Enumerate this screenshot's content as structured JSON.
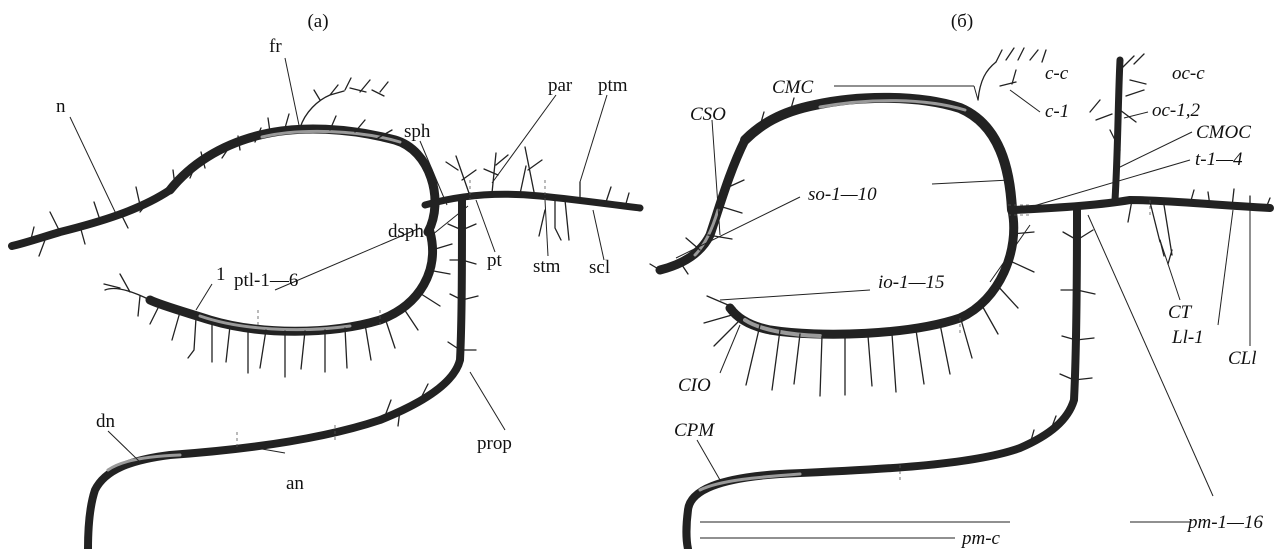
{
  "panels": [
    {
      "title": "(a)",
      "labels": {
        "fr": "fr",
        "n": "n",
        "sph": "sph",
        "par": "par",
        "ptm": "ptm",
        "dsph": "dsph",
        "pt": "pt",
        "stm": "stm",
        "scl": "scl",
        "one": "1",
        "ptl": "ptl-1—6",
        "dn": "dn",
        "an": "an",
        "prop": "prop"
      }
    },
    {
      "title": "(б)",
      "labels": {
        "CMC": "CMC",
        "cc": "c-c",
        "occ": "oc-c",
        "c1": "c-1",
        "oc12": "oc-1,2",
        "CMOC": "CMOC",
        "CSO": "CSO",
        "t14": "t-1—4",
        "so110": "so-1—10",
        "io115": "io-1—15",
        "CT": "CT",
        "Ll1": "Ll-1",
        "CLl": "CLl",
        "CIO": "CIO",
        "CPM": "CPM",
        "pm116": "pm-1—16",
        "pmc": "pm-c"
      }
    }
  ]
}
